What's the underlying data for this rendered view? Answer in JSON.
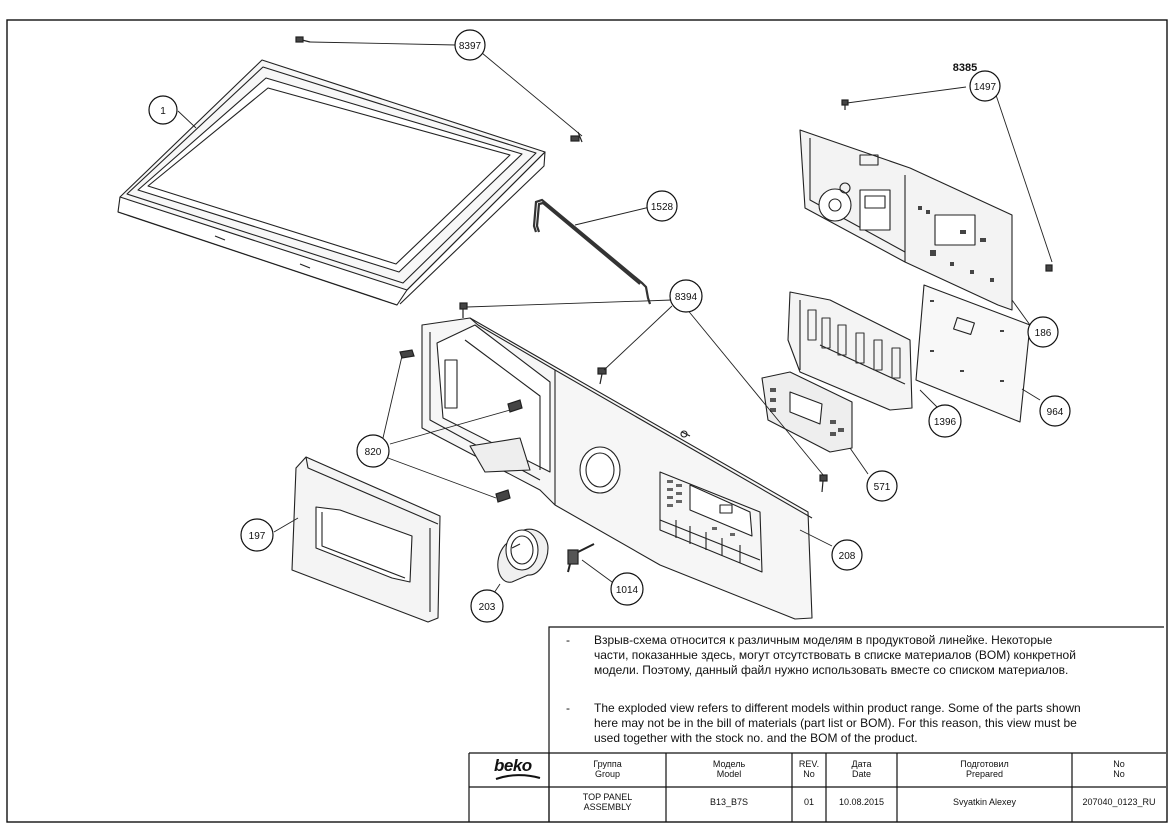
{
  "callouts": [
    {
      "id": "c-8397",
      "label": "8397"
    },
    {
      "id": "c-1",
      "label": "1"
    },
    {
      "id": "c-8385",
      "label": "8385"
    },
    {
      "id": "c-1497",
      "label": "1497"
    },
    {
      "id": "c-1528",
      "label": "1528"
    },
    {
      "id": "c-8394",
      "label": "8394"
    },
    {
      "id": "c-186",
      "label": "186"
    },
    {
      "id": "c-964",
      "label": "964"
    },
    {
      "id": "c-1396",
      "label": "1396"
    },
    {
      "id": "c-820",
      "label": "820"
    },
    {
      "id": "c-571",
      "label": "571"
    },
    {
      "id": "c-197",
      "label": "197"
    },
    {
      "id": "c-208",
      "label": "208"
    },
    {
      "id": "c-1014",
      "label": "1014"
    },
    {
      "id": "c-203",
      "label": "203"
    }
  ],
  "notes": {
    "dash": "-",
    "ru": [
      "Взрыв-схема относится к различным моделям в продуктовой линейке. Некоторые",
      "части, показанные здесь, могут отсутствовать в списке материалов (BOM) конкретной",
      "модели. Поэтому, данный файл нужно использовать вместе со списком материалов."
    ],
    "en": [
      "The exploded view refers to different models within product range. Some of the parts shown",
      "here may not be in the bill of materials (part list or BOM). For this reason, this view must be",
      "used together with the stock no. and the BOM of the product."
    ]
  },
  "title_block": {
    "logo": "beko",
    "headers": {
      "group_ru": "Группа",
      "group_en": "Group",
      "model_ru": "Модель",
      "model_en": "Model",
      "rev_ru": "REV.",
      "rev_en": "No",
      "date_ru": "Дата",
      "date_en": "Date",
      "prepared_ru": "Подготовил",
      "prepared_en": "Prepared",
      "no_ru": "No",
      "no_en": "No"
    },
    "values": {
      "group_line1": "TOP PANEL",
      "group_line2": "ASSEMBLY",
      "model": "B13_B7S",
      "rev": "01",
      "date": "10.08.2015",
      "prepared": "Svyatkin Alexey",
      "no": "207040_0123_RU"
    }
  }
}
